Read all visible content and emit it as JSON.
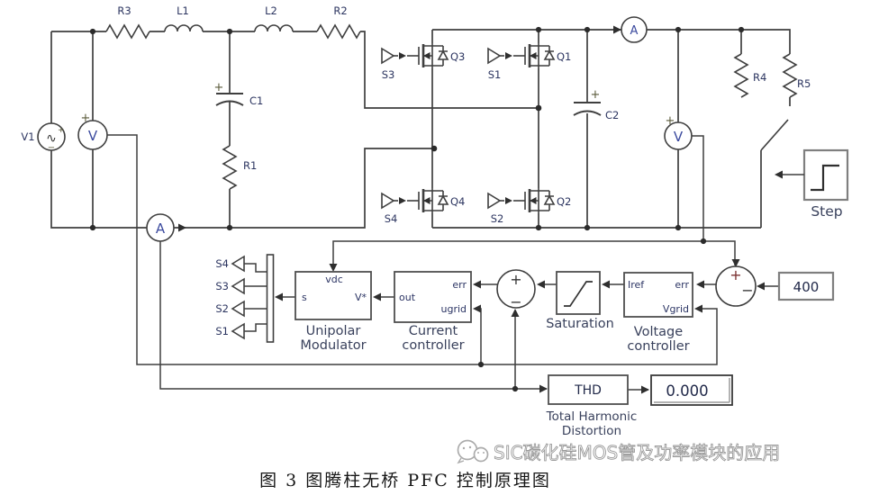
{
  "signs": {
    "plus": "+",
    "minus": "−"
  },
  "source": {
    "name": "V1",
    "symbol": "∿"
  },
  "meters": {
    "volt": "V",
    "amp": "A"
  },
  "passives": {
    "r3": "R3",
    "l1": "L1",
    "l2": "L2",
    "r2": "R2",
    "c1": "C1",
    "r1": "R1",
    "c2": "C2",
    "r4": "R4",
    "r5": "R5"
  },
  "switches": {
    "q1": "Q1",
    "q2": "Q2",
    "q3": "Q3",
    "q4": "Q4"
  },
  "gates": {
    "s1": "S1",
    "s2": "S2",
    "s3": "S3",
    "s4": "S4"
  },
  "goto_tags": {
    "s1": "S1",
    "s2": "S2",
    "s3": "S3",
    "s4": "S4"
  },
  "blocks": {
    "step": {
      "label": "Step"
    },
    "unipolar_modulator": {
      "line1": "Unipolar",
      "line2": "Modulator",
      "port_vdc": "vdc",
      "port_s": "s",
      "port_vstar": "V*"
    },
    "current_controller": {
      "line1": "Current",
      "line2": "controller",
      "port_out": "out",
      "port_err": "err",
      "port_ugrid": "ugrid"
    },
    "saturation": {
      "label": "Saturation"
    },
    "voltage_controller": {
      "line1": "Voltage",
      "line2": "controller",
      "port_iref": "Iref",
      "port_err": "err",
      "port_vgrid": "Vgrid"
    },
    "constant": {
      "value": "400"
    },
    "thd": {
      "label": "THD",
      "caption_line1": "Total Harmonic",
      "caption_line2": "Distortion"
    },
    "display": {
      "value": "0.000"
    }
  },
  "watermark": {
    "text": "SIC碳化硅MOS管及功率模块的应用"
  },
  "caption": "图 3  图腾柱无桥 PFC 控制原理图"
}
